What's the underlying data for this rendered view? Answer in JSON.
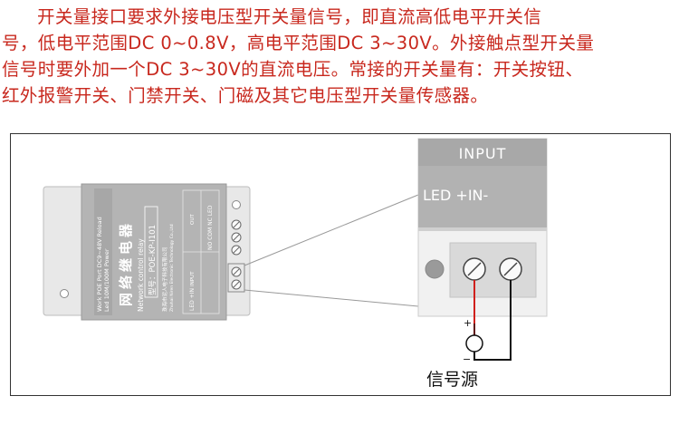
{
  "paragraph": {
    "lines": [
      "开关量接口要求外接电压型开关量信号，即直流高低电平开关信",
      "号，低电平范围DC 0~0.8V，高电平范围DC 3~30V。外接触点型开关量",
      "信号时要外加一个DC 3~30V的直流电压。常接的开关量有：开关按钮、",
      "红外报警开关、门禁开关、门磁及其它电压型开关量传感器。"
    ]
  },
  "device": {
    "title": "网络继电器",
    "subtitle": "Network control relay",
    "model": "型号：POE-KP-I101",
    "company": "珠海市泥人电子科技有限公司",
    "company_en": "Zhuhai Niren Electronic Technology Co.,Ltd",
    "left_labels": [
      "Work  POE Port  DC9~48V Reload",
      "Led   10M/100M   Power"
    ],
    "terminal_labels": [
      "LED +IN",
      "NO COM NC LED"
    ],
    "section_labels": [
      "INPUT",
      "OUT"
    ]
  },
  "zoom": {
    "header": "INPUT",
    "label": "LED  +IN-"
  },
  "circuit": {
    "plus": "+",
    "minus": "−",
    "caption": "信号源"
  },
  "colors": {
    "text_red": "#c8281e",
    "device_body": "#b4b4b4",
    "zoom_header": "#a8a8a8",
    "wire_red": "#d0201c",
    "wire_black": "#111111"
  }
}
